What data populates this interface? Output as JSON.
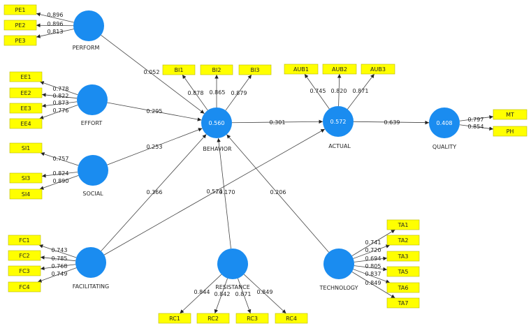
{
  "colors": {
    "construct_fill": "#1a8cf0",
    "indicator_fill": "#ffff00",
    "indicator_border": "#b8b800",
    "line": "#444444"
  },
  "constructs": [
    {
      "id": "PERFORM",
      "label": "PERFORM",
      "r2": ""
    },
    {
      "id": "EFFORT",
      "label": "EFFORT",
      "r2": ""
    },
    {
      "id": "SOCIAL",
      "label": "SOCIAL",
      "r2": ""
    },
    {
      "id": "FACILITATING",
      "label": "FACILITATING",
      "r2": ""
    },
    {
      "id": "BEHAVIOR",
      "label": "BEHAVIOR",
      "r2": "0.560"
    },
    {
      "id": "ACTUAL",
      "label": "ACTUAL",
      "r2": "0.572"
    },
    {
      "id": "QUALITY",
      "label": "QUALITY",
      "r2": "0.408"
    },
    {
      "id": "RESISTANCE",
      "label": "RESISTANCE",
      "r2": ""
    },
    {
      "id": "TECHNOLOGY",
      "label": "TECHNOLOGY",
      "r2": ""
    }
  ],
  "indicators": [
    {
      "id": "PE1",
      "label": "PE1",
      "construct": "PERFORM",
      "loading": "0.896"
    },
    {
      "id": "PE2",
      "label": "PE2",
      "construct": "PERFORM",
      "loading": "0.896"
    },
    {
      "id": "PE3",
      "label": "PE3",
      "construct": "PERFORM",
      "loading": "0.813"
    },
    {
      "id": "EE1",
      "label": "EE1",
      "construct": "EFFORT",
      "loading": "0.778"
    },
    {
      "id": "EE2",
      "label": "EE2",
      "construct": "EFFORT",
      "loading": "0.822"
    },
    {
      "id": "EE3",
      "label": "EE3",
      "construct": "EFFORT",
      "loading": "0.873"
    },
    {
      "id": "EE4",
      "label": "EE4",
      "construct": "EFFORT",
      "loading": "0.776"
    },
    {
      "id": "SI1",
      "label": "SI1",
      "construct": "SOCIAL",
      "loading": "0.757"
    },
    {
      "id": "SI3",
      "label": "SI3",
      "construct": "SOCIAL",
      "loading": "0.824"
    },
    {
      "id": "SI4",
      "label": "SI4",
      "construct": "SOCIAL",
      "loading": "0.890"
    },
    {
      "id": "FC1",
      "label": "FC1",
      "construct": "FACILITATING",
      "loading": "0.743"
    },
    {
      "id": "FC2",
      "label": "FC2",
      "construct": "FACILITATING",
      "loading": "0.785"
    },
    {
      "id": "FC3",
      "label": "FC3",
      "construct": "FACILITATING",
      "loading": "0.768"
    },
    {
      "id": "FC4",
      "label": "FC4",
      "construct": "FACILITATING",
      "loading": "0.749"
    },
    {
      "id": "BI1",
      "label": "BI1",
      "construct": "BEHAVIOR",
      "loading": "0.878"
    },
    {
      "id": "BI2",
      "label": "BI2",
      "construct": "BEHAVIOR",
      "loading": "0.865"
    },
    {
      "id": "BI3",
      "label": "BI3",
      "construct": "BEHAVIOR",
      "loading": "0.879"
    },
    {
      "id": "AUB1",
      "label": "AUB1",
      "construct": "ACTUAL",
      "loading": "0.745"
    },
    {
      "id": "AUB2",
      "label": "AUB2",
      "construct": "ACTUAL",
      "loading": "0.820"
    },
    {
      "id": "AUB3",
      "label": "AUB3",
      "construct": "ACTUAL",
      "loading": "0.871"
    },
    {
      "id": "MT",
      "label": "MT",
      "construct": "QUALITY",
      "loading": "0.797"
    },
    {
      "id": "PH",
      "label": "PH",
      "construct": "QUALITY",
      "loading": "0.854"
    },
    {
      "id": "RC1",
      "label": "RC1",
      "construct": "RESISTANCE",
      "loading": "0.844"
    },
    {
      "id": "RC2",
      "label": "RC2",
      "construct": "RESISTANCE",
      "loading": "0.842"
    },
    {
      "id": "RC3",
      "label": "RC3",
      "construct": "RESISTANCE",
      "loading": "0.871"
    },
    {
      "id": "RC4",
      "label": "RC4",
      "construct": "RESISTANCE",
      "loading": "0.849"
    },
    {
      "id": "TA1",
      "label": "TA1",
      "construct": "TECHNOLOGY",
      "loading": "0.741"
    },
    {
      "id": "TA2",
      "label": "TA2",
      "construct": "TECHNOLOGY",
      "loading": "0.720"
    },
    {
      "id": "TA3",
      "label": "TA3",
      "construct": "TECHNOLOGY",
      "loading": "0.694"
    },
    {
      "id": "TA5",
      "label": "TA5",
      "construct": "TECHNOLOGY",
      "loading": "0.805"
    },
    {
      "id": "TA6",
      "label": "TA6",
      "construct": "TECHNOLOGY",
      "loading": "0.837"
    },
    {
      "id": "TA7",
      "label": "TA7",
      "construct": "TECHNOLOGY",
      "loading": "0.849"
    }
  ],
  "paths": [
    {
      "from": "PERFORM",
      "to": "BEHAVIOR",
      "coef": "0.052"
    },
    {
      "from": "EFFORT",
      "to": "BEHAVIOR",
      "coef": "0.295"
    },
    {
      "from": "SOCIAL",
      "to": "BEHAVIOR",
      "coef": "0.253"
    },
    {
      "from": "FACILITATING",
      "to": "BEHAVIOR",
      "coef": "0.366"
    },
    {
      "from": "FACILITATING",
      "to": "ACTUAL",
      "coef": "0.524"
    },
    {
      "from": "RESISTANCE",
      "to": "BEHAVIOR",
      "coef": "0.170"
    },
    {
      "from": "TECHNOLOGY",
      "to": "BEHAVIOR",
      "coef": "0.206"
    },
    {
      "from": "BEHAVIOR",
      "to": "ACTUAL",
      "coef": "0.301"
    },
    {
      "from": "ACTUAL",
      "to": "QUALITY",
      "coef": "0.639"
    }
  ]
}
